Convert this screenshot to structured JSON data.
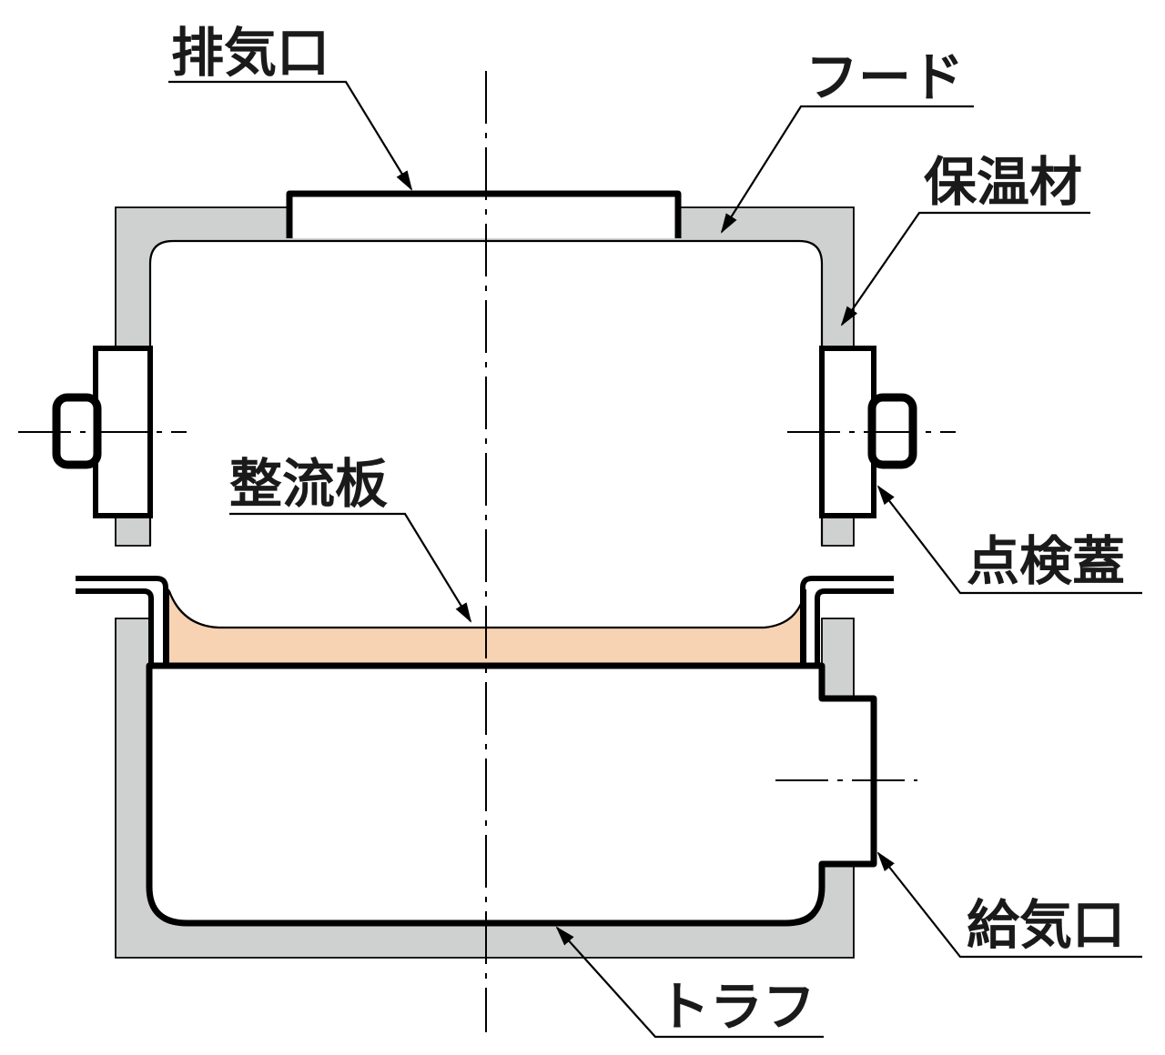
{
  "labels": {
    "exhaust_port": "排気口",
    "hood": "フード",
    "insulation": "保温材",
    "baffle_plate": "整流板",
    "inspection_cover": "点検蓋",
    "air_supply_port": "給気口",
    "trough": "トラフ"
  },
  "colors": {
    "insulation": "#cfd0d0",
    "baffle_fill": "#f7d3b3",
    "outline": "#000000",
    "background": "#ffffff"
  }
}
